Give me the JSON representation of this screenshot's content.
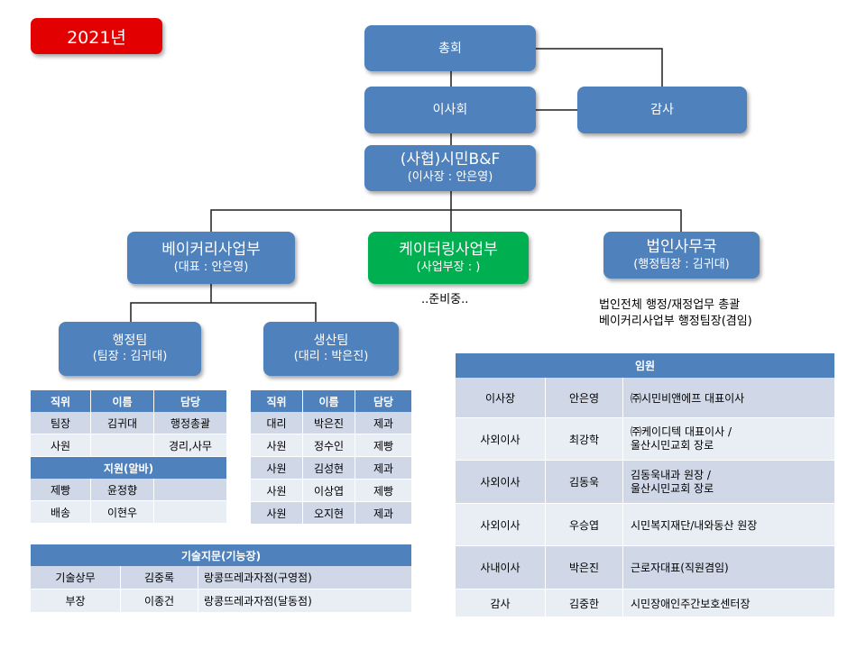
{
  "year_badge": "2021년",
  "org": {
    "general_assembly": "총회",
    "board": "이사회",
    "audit": "감사",
    "corp": {
      "name": "(사협)시민B&F",
      "sub": "(이사장 : 안은영)"
    },
    "bakery": {
      "name": "베이커리사업부",
      "sub": "(대표 : 안은영)"
    },
    "catering": {
      "name": "케이터링사업부",
      "sub": "(사업부장 :            )",
      "note": "..준비중.."
    },
    "secretariat": {
      "name": "법인사무국",
      "sub": "(행정팀장 : 김귀대)",
      "note1": "법인전체 행정/재정업무 총괄",
      "note2": "베이커리사업부 행정팀장(겸임)"
    },
    "admin_team": {
      "name": "행정팀",
      "sub": "(팀장 : 김귀대)"
    },
    "production_team": {
      "name": "생산팀",
      "sub": "(대리 : 박은진)"
    }
  },
  "admin_table": {
    "headers": [
      "직위",
      "이름",
      "담당"
    ],
    "rows": [
      [
        "팀장",
        "김귀대",
        "행정총괄"
      ],
      [
        "사원",
        "",
        "경리,사무"
      ]
    ],
    "sub_header": "지원(알바)",
    "sub_rows": [
      [
        "제빵",
        "윤정향",
        ""
      ],
      [
        "배송",
        "이현우",
        ""
      ]
    ]
  },
  "prod_table": {
    "headers": [
      "직위",
      "이름",
      "담당"
    ],
    "rows": [
      [
        "대리",
        "박은진",
        "제과"
      ],
      [
        "사원",
        "정수인",
        "제빵"
      ],
      [
        "사원",
        "김성현",
        "제과"
      ],
      [
        "사원",
        "이상엽",
        "제빵"
      ],
      [
        "사원",
        "오지현",
        "제과"
      ]
    ]
  },
  "tech_table": {
    "header": "기술지문(기능장)",
    "rows": [
      [
        "기술상무",
        "김중록",
        "랑콩뜨레과자점(구영점)"
      ],
      [
        "부장",
        "이종건",
        "랑콩뜨레과자점(달동점)"
      ]
    ]
  },
  "officers_table": {
    "header": "임원",
    "rows": [
      {
        "role": "이사장",
        "name": "안은영",
        "desc": [
          "㈜시민비앤에프 대표이사"
        ]
      },
      {
        "role": "사외이사",
        "name": "최강학",
        "desc": [
          "㈜케이디텍 대표이사 /",
          "울산시민교회 장로"
        ]
      },
      {
        "role": "사외이사",
        "name": "김동욱",
        "desc": [
          "김동욱내과 원장 /",
          "울산시민교회 장로"
        ]
      },
      {
        "role": "사외이사",
        "name": "우승엽",
        "desc": [
          "시민복지재단/내와동산 원장"
        ]
      },
      {
        "role": "사내이사",
        "name": "박은진",
        "desc": [
          "근로자대표(직원겸임)"
        ]
      },
      {
        "role": "감사",
        "name": "김중한",
        "desc": [
          "시민장애인주간보호센터장"
        ]
      }
    ]
  },
  "colors": {
    "box": "#4f81bd",
    "green": "#00b050",
    "red": "#e30000",
    "row_alt": "#d0d8e8",
    "row_light": "#e9edf4"
  }
}
